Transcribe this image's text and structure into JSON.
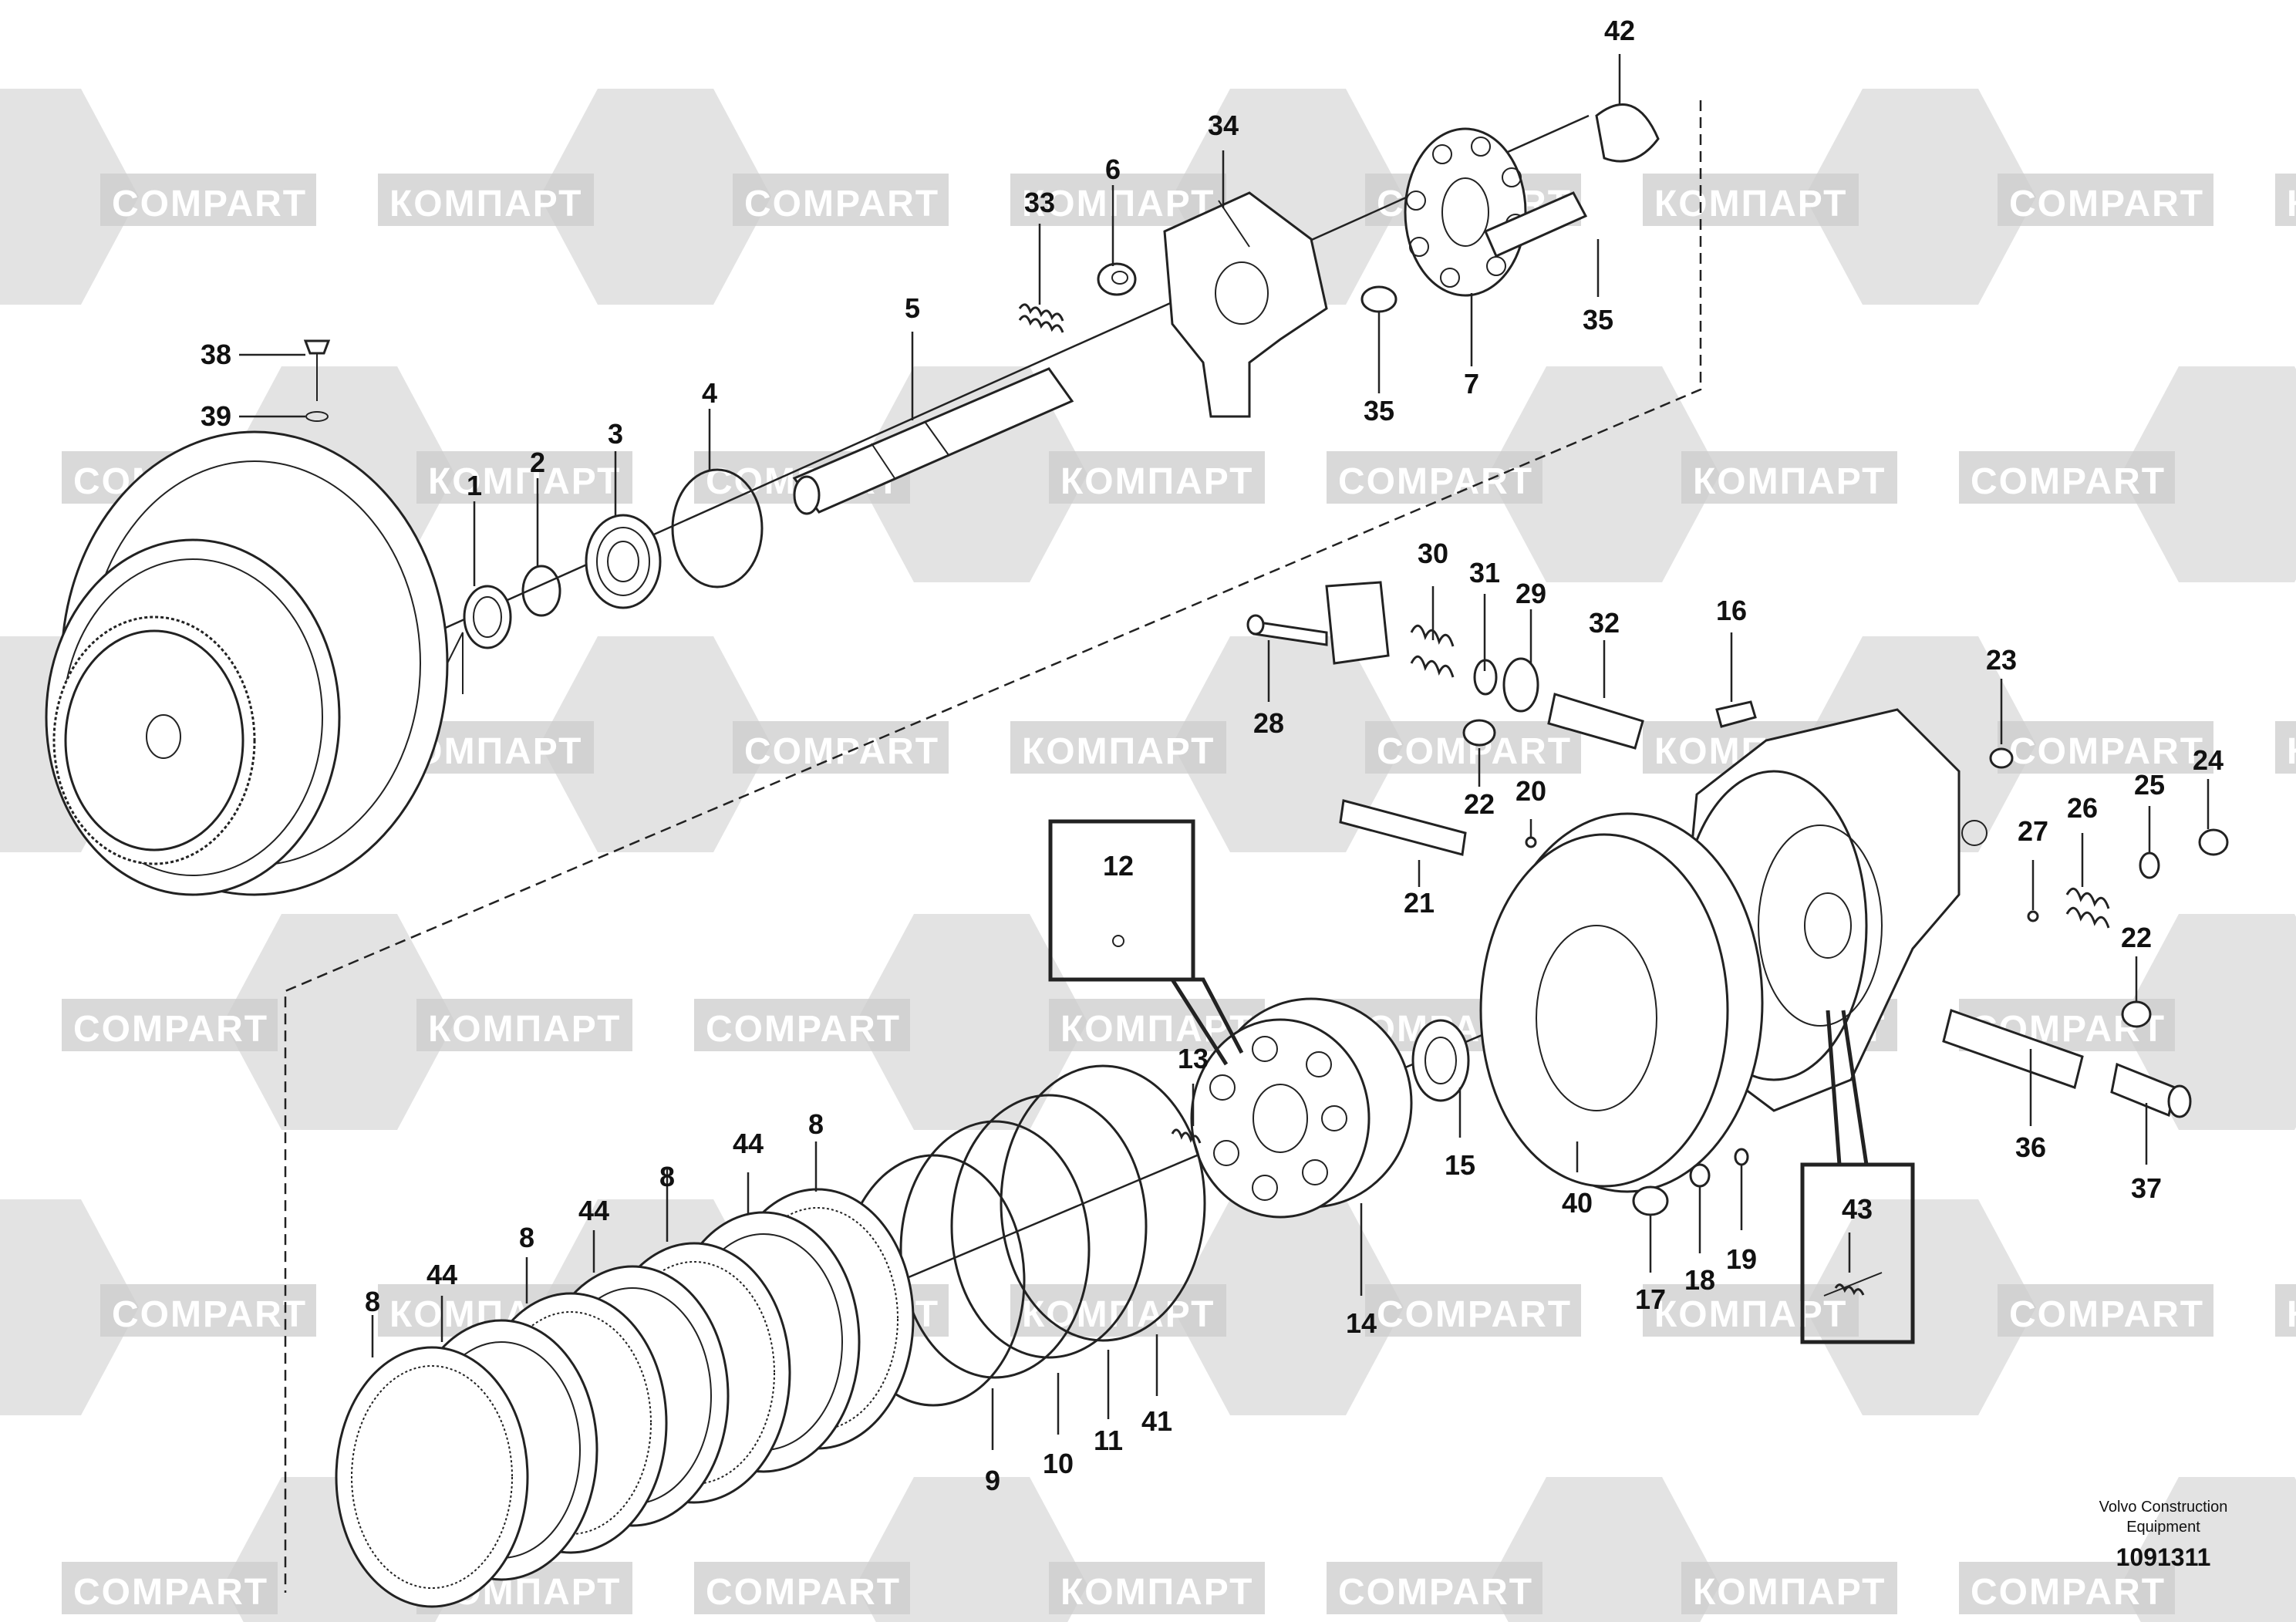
{
  "watermark": {
    "text_latin": "COMPART",
    "text_cyrillic": "КОМПАРТ",
    "fill": "#cccccc"
  },
  "footer": {
    "line1": "Volvo Construction",
    "line2": "Equipment",
    "drawing_number": "1091311"
  },
  "callouts": [
    {
      "id": "1",
      "label": "1"
    },
    {
      "id": "2",
      "label": "2"
    },
    {
      "id": "3",
      "label": "3"
    },
    {
      "id": "4",
      "label": "4"
    },
    {
      "id": "5",
      "label": "5"
    },
    {
      "id": "6",
      "label": "6"
    },
    {
      "id": "7",
      "label": "7"
    },
    {
      "id": "8a",
      "label": "8"
    },
    {
      "id": "8b",
      "label": "8"
    },
    {
      "id": "8c",
      "label": "8"
    },
    {
      "id": "8d",
      "label": "8"
    },
    {
      "id": "9",
      "label": "9"
    },
    {
      "id": "10",
      "label": "10"
    },
    {
      "id": "11",
      "label": "11"
    },
    {
      "id": "12",
      "label": "12"
    },
    {
      "id": "13",
      "label": "13"
    },
    {
      "id": "14",
      "label": "14"
    },
    {
      "id": "15",
      "label": "15"
    },
    {
      "id": "16",
      "label": "16"
    },
    {
      "id": "17",
      "label": "17"
    },
    {
      "id": "18",
      "label": "18"
    },
    {
      "id": "19",
      "label": "19"
    },
    {
      "id": "20",
      "label": "20"
    },
    {
      "id": "21",
      "label": "21"
    },
    {
      "id": "22a",
      "label": "22"
    },
    {
      "id": "22b",
      "label": "22"
    },
    {
      "id": "23",
      "label": "23"
    },
    {
      "id": "24",
      "label": "24"
    },
    {
      "id": "25",
      "label": "25"
    },
    {
      "id": "26",
      "label": "26"
    },
    {
      "id": "27",
      "label": "27"
    },
    {
      "id": "28",
      "label": "28"
    },
    {
      "id": "29",
      "label": "29"
    },
    {
      "id": "30",
      "label": "30"
    },
    {
      "id": "31",
      "label": "31"
    },
    {
      "id": "32",
      "label": "32"
    },
    {
      "id": "33",
      "label": "33"
    },
    {
      "id": "34",
      "label": "34"
    },
    {
      "id": "35a",
      "label": "35"
    },
    {
      "id": "35b",
      "label": "35"
    },
    {
      "id": "36",
      "label": "36"
    },
    {
      "id": "37",
      "label": "37"
    },
    {
      "id": "38",
      "label": "38"
    },
    {
      "id": "39",
      "label": "39"
    },
    {
      "id": "40",
      "label": "40"
    },
    {
      "id": "41",
      "label": "41"
    },
    {
      "id": "42",
      "label": "42"
    },
    {
      "id": "43",
      "label": "43"
    },
    {
      "id": "44a",
      "label": "44"
    },
    {
      "id": "44b",
      "label": "44"
    },
    {
      "id": "44c",
      "label": "44"
    }
  ]
}
